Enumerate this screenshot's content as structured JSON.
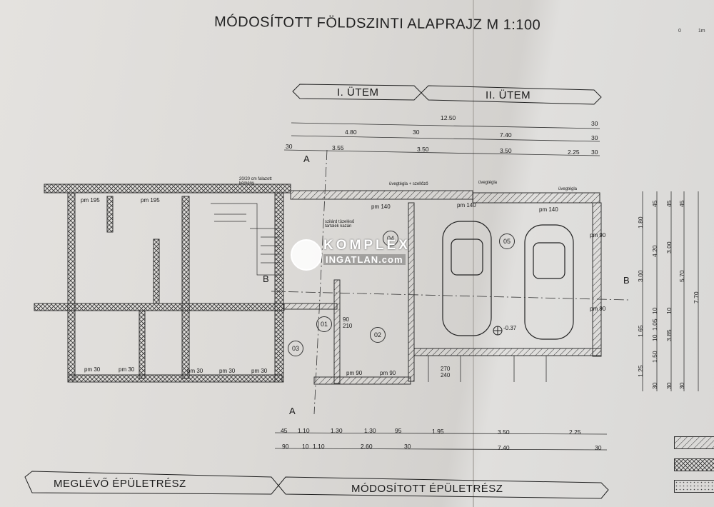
{
  "title": "MÓDOSÍTOTT FÖLDSZINTI ALAPRAJZ  M 1:100",
  "scale_bar": {
    "start": "0",
    "end": "1m"
  },
  "phases": {
    "first": "I. ÜTEM",
    "second": "II. ÜTEM"
  },
  "parts": {
    "existing": "MEGLÉVŐ ÉPÜLETRÉSZ",
    "modified": "MÓDOSÍTOTT ÉPÜLETRÉSZ"
  },
  "section_marks": {
    "a_top": "A",
    "a_bottom": "A",
    "b_left": "B",
    "b_right": "B"
  },
  "top_dims": {
    "total": "12.50",
    "total_end": "30",
    "row2": [
      "4.80",
      "30",
      "7.40",
      "30"
    ],
    "row3": [
      "30",
      "3.55",
      "3.50",
      "3.50",
      "2.25",
      "30"
    ]
  },
  "bottom_dims": {
    "row1": [
      "45",
      "1.10",
      "1.30",
      "1.30",
      "95",
      "1.95",
      "3.50",
      "2.25"
    ],
    "row2": [
      "90",
      "10",
      "1.10",
      "2.60",
      "30",
      "7.40",
      "30"
    ]
  },
  "right_dims": {
    "col1": [
      "1.80",
      "3.00",
      "1.65",
      "1.25"
    ],
    "col2": [
      "45",
      "4.20",
      "10",
      "1.05",
      "10",
      "1.50",
      "30"
    ],
    "col3": [
      "45",
      "3.00",
      "10",
      "3.85",
      "30"
    ],
    "col4": [
      "45",
      "5.70",
      "30"
    ],
    "col5": [
      "7.70"
    ]
  },
  "labels": {
    "chimney": "20/20 cm falazott kémény",
    "glass_vent": "üvegtégla + szellőző",
    "glass1": "üvegtégla",
    "glass2": "üvegtégla",
    "boiler": "szilárd tüzelésű tartalék kazán",
    "pm_140_a": "pm 140",
    "pm_140_b": "pm 140",
    "pm_140_c": "pm 140",
    "pm_195_a": "pm 195",
    "pm_195_b": "pm 195",
    "pm_90_r1": "pm 90",
    "pm_90_r2": "pm 90",
    "pm_90_b1": "pm 90",
    "pm_90_b2": "pm 90",
    "pm_30": [
      "pm 30",
      "pm 30",
      "pm 30",
      "pm 30",
      "pm 30"
    ],
    "door_90_210": "90 210",
    "level": "-0.37",
    "car_door": "270 240"
  },
  "rooms": [
    "01",
    "02",
    "03",
    "04",
    "05"
  ],
  "logo": {
    "name": "KOMPLEX",
    "sub": "INGATLAN.com"
  }
}
